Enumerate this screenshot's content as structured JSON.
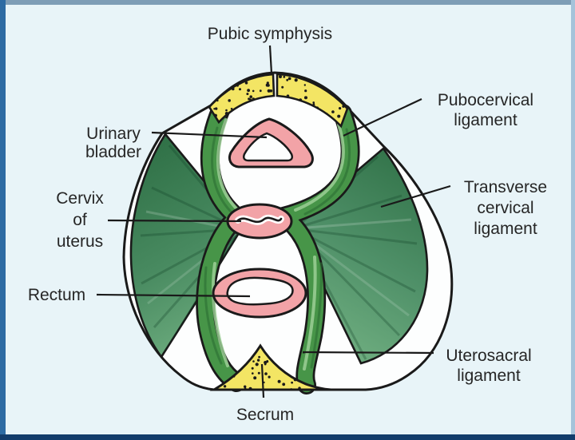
{
  "figure": {
    "labels": {
      "pubic_symphysis": {
        "lines": [
          "Pubic symphysis"
        ]
      },
      "urinary_bladder": {
        "lines": [
          "Urinary",
          "bladder"
        ]
      },
      "cervix_of_uterus": {
        "lines": [
          "Cervix",
          "of",
          "uterus"
        ]
      },
      "rectum": {
        "lines": [
          "Rectum"
        ]
      },
      "pubocervical_ligament": {
        "lines": [
          "Pubocervical",
          "ligament"
        ]
      },
      "transverse_cervical_ligament": {
        "lines": [
          "Transverse",
          "cervical",
          "ligament"
        ]
      },
      "uterosacral_ligament": {
        "lines": [
          "Uterosacral",
          "ligament"
        ]
      },
      "sacrum": {
        "lines": [
          "Secrum"
        ]
      }
    }
  },
  "colors": {
    "frame_top": "#7e9db6",
    "frame_left": "#2d6ba3",
    "frame_right": "#a5c3da",
    "frame_bottom": "#123c6b",
    "panel_bg": "#e8f4f8",
    "interior_white": "#fdfefe",
    "outline_black": "#1a1a1a",
    "bone_yellow": "#f3e564",
    "organ_pink": "#f2a3a7",
    "band_green": "#479548",
    "band_green_light": "#9ccf97",
    "band_green_dark": "#2c6e34",
    "fan_green_dark": "#2e6f45",
    "fan_green_light": "#6fae80",
    "label_text": "#262626"
  }
}
